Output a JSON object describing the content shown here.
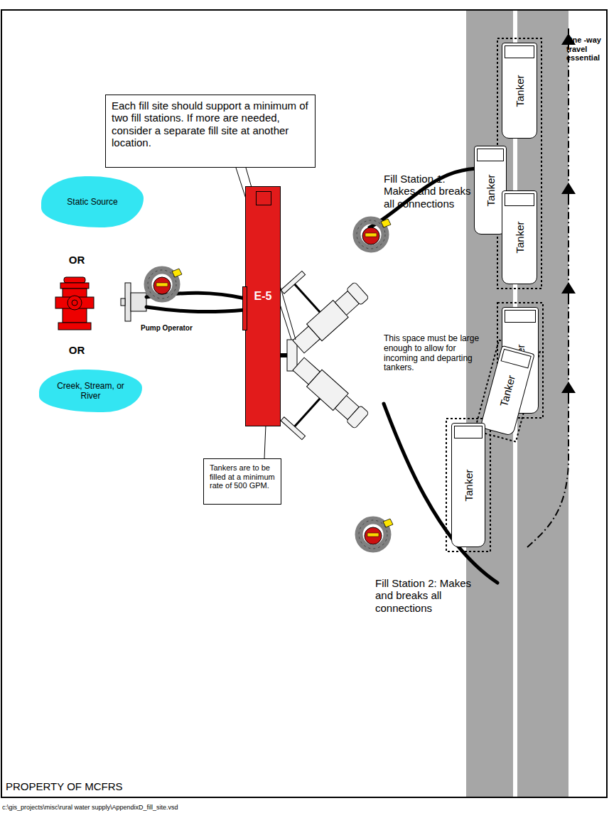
{
  "diagram": {
    "nodes": [
      {
        "text": [
          "Each fill site should support a minimum of two fill stations. If more are needed, consider a separate fill site at another location."
        ]
      },
      {
        "text": [
          "Tanker"
        ]
      },
      {
        "text": [
          "Tanker"
        ]
      },
      {
        "text": [
          "Tanker"
        ]
      },
      {
        "text": [
          "Static Source"
        ]
      },
      {
        "text": [
          "E-5"
        ]
      },
      {
        "text": [
          "Tanker"
        ]
      },
      {
        "text": [
          "Tanker"
        ]
      },
      {
        "text": [
          "Creek, Stream, or River"
        ]
      },
      {
        "text": [
          "Tankers are to be filled at a minimum rate of 500 GPM."
        ]
      },
      {
        "text": [
          "Tanker"
        ]
      }
    ],
    "labels": [
      "One -way travel essential",
      "Fill Station 1: Makes and breaks all connections",
      "OR",
      "This space must be large enough to allow for incoming and departing tankers.",
      "OR",
      "Pump Operator",
      "Fill Station 2: Makes and breaks all connections",
      "PROPERTY OF MCFRS",
      "c:\\gis_projects\\misc\\rural water supply\\AppendixD_fill_site.vsd"
    ]
  }
}
